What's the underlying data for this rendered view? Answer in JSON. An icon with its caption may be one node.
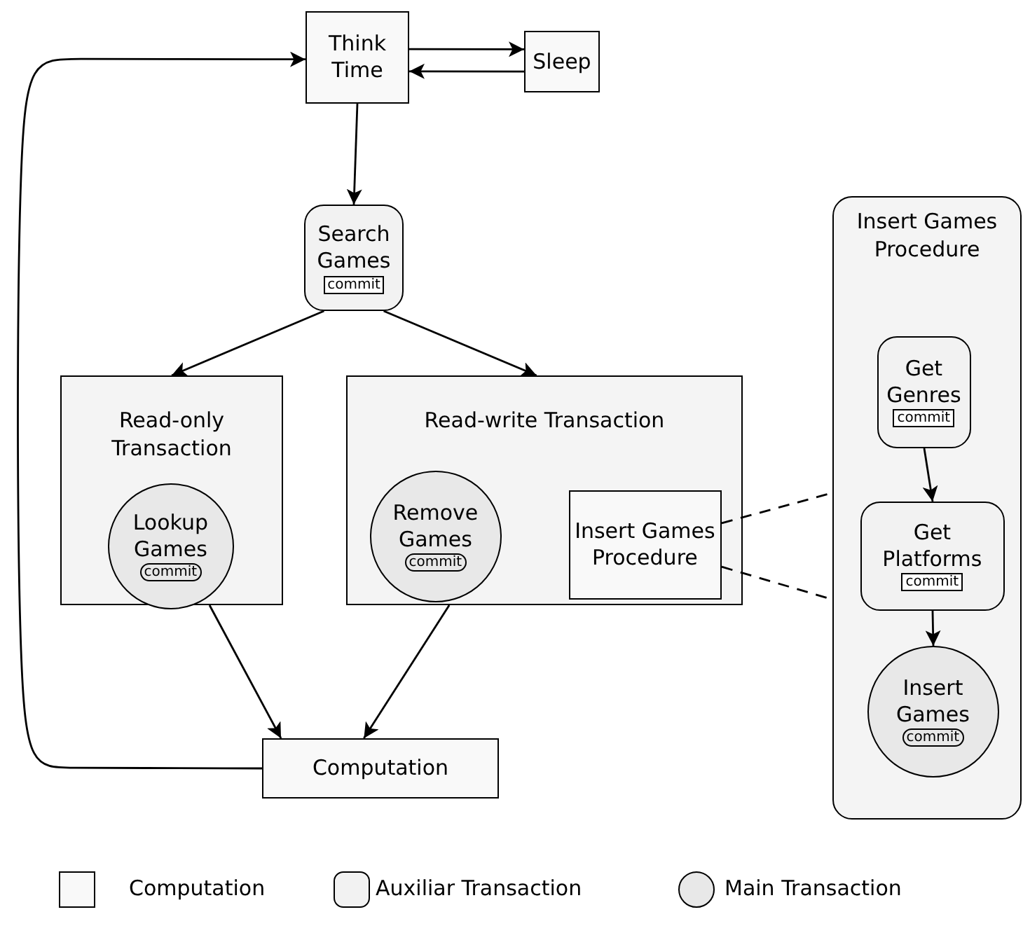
{
  "diagram": {
    "nodes": [
      {
        "text": [
          "Think Time"
        ]
      },
      {
        "text": [
          "Sleep"
        ]
      },
      {
        "text": [
          "Search Games",
          "commit"
        ]
      },
      {
        "text": [
          "Read-only Transaction"
        ]
      },
      {
        "text": [
          "Lookup Games",
          "commit"
        ],
        "in": 3
      },
      {
        "text": [
          "Read-write Transaction"
        ]
      },
      {
        "text": [
          "Remove Games",
          "commit"
        ],
        "in": 5
      },
      {
        "text": [
          "Insert Games Procedure"
        ],
        "in": 5
      },
      {
        "text": [
          "Computation"
        ]
      },
      {
        "text": [
          "Insert Games Procedure"
        ]
      },
      {
        "text": [
          "Get Genres",
          "commit"
        ],
        "in": 9
      },
      {
        "text": [
          "Get Platforms",
          "commit"
        ],
        "in": 9
      },
      {
        "text": [
          "Insert Games",
          "commit"
        ],
        "in": 9
      }
    ],
    "edges": [
      {
        "from": 0,
        "to": 1,
        "arrow": "to"
      },
      {
        "from": 1,
        "to": 0,
        "arrow": "to"
      },
      {
        "from": 0,
        "to": 2,
        "arrow": "to"
      },
      {
        "from": 2,
        "to": 3,
        "arrow": "to"
      },
      {
        "from": 2,
        "to": 5,
        "arrow": "to"
      },
      {
        "from": 3,
        "to": 8,
        "arrow": "to"
      },
      {
        "from": 5,
        "to": 8,
        "arrow": "to"
      },
      {
        "from": 8,
        "to": 0,
        "arrow": "to"
      },
      {
        "from": 7,
        "to": 9,
        "arrow": "none",
        "style": "dashed"
      },
      {
        "from": 7,
        "to": 9,
        "arrow": "none",
        "style": "dashed"
      },
      {
        "from": 10,
        "to": 11,
        "arrow": "to"
      },
      {
        "from": 11,
        "to": 12,
        "arrow": "to"
      }
    ],
    "legend": [
      {
        "text": "Computation"
      },
      {
        "text": "Auxiliar Transaction"
      },
      {
        "text": "Main Transaction"
      }
    ]
  }
}
